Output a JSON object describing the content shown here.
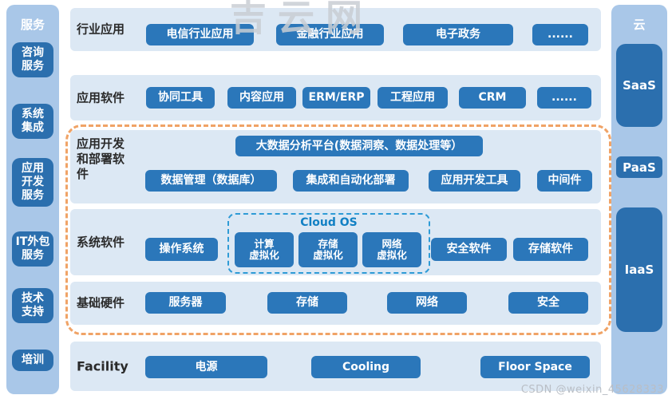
{
  "colors": {
    "accent_blue": "#2b77ba",
    "sidebar_blue": "#a9c7e8",
    "panel_blue": "#dce8f4",
    "orange_dashed_border": "#f0a366",
    "cloudos_dashed_border": "#2e9bd6",
    "cloudos_title_blue": "#1180c4"
  },
  "watermarks": {
    "top": "吉云网",
    "bottom": "CSDN @weixin_45628333"
  },
  "left_sidebar": {
    "title": "服务",
    "items": [
      "咨询\n服务",
      "系统\n集成",
      "应用\n开发\n服务",
      "IT外包\n服务",
      "技术\n支持",
      "培训"
    ]
  },
  "right_sidebar": {
    "title": "云",
    "items": [
      "SaaS",
      "PaaS",
      "IaaS"
    ]
  },
  "rows": [
    {
      "label": "行业应用",
      "buttons": [
        "电信行业应用",
        "金融行业应用",
        "电子政务",
        "......"
      ]
    },
    {
      "label": "应用软件",
      "buttons": [
        "协同工具",
        "内容应用",
        "ERM/ERP",
        "工程应用",
        "CRM",
        "......"
      ]
    },
    {
      "label": "应用开发\n和部署软\n件",
      "big_button": "大数据分析平台(数据洞察、数据处理等）",
      "buttons": [
        "数据管理（数据库）",
        "集成和自动化部署",
        "应用开发工具",
        "中间件"
      ]
    },
    {
      "label": "系统软件",
      "buttons": [
        "操作系统",
        "安全软件",
        "存储软件"
      ],
      "cloud_os": {
        "title": "Cloud OS",
        "items": [
          "计算\n虚拟化",
          "存储\n虚拟化",
          "网络\n虚拟化"
        ]
      }
    },
    {
      "label": "基础硬件",
      "buttons": [
        "服务器",
        "存储",
        "网络",
        "安全"
      ]
    },
    {
      "label": "Facility",
      "buttons": [
        "电源",
        "Cooling",
        "Floor Space"
      ]
    }
  ]
}
